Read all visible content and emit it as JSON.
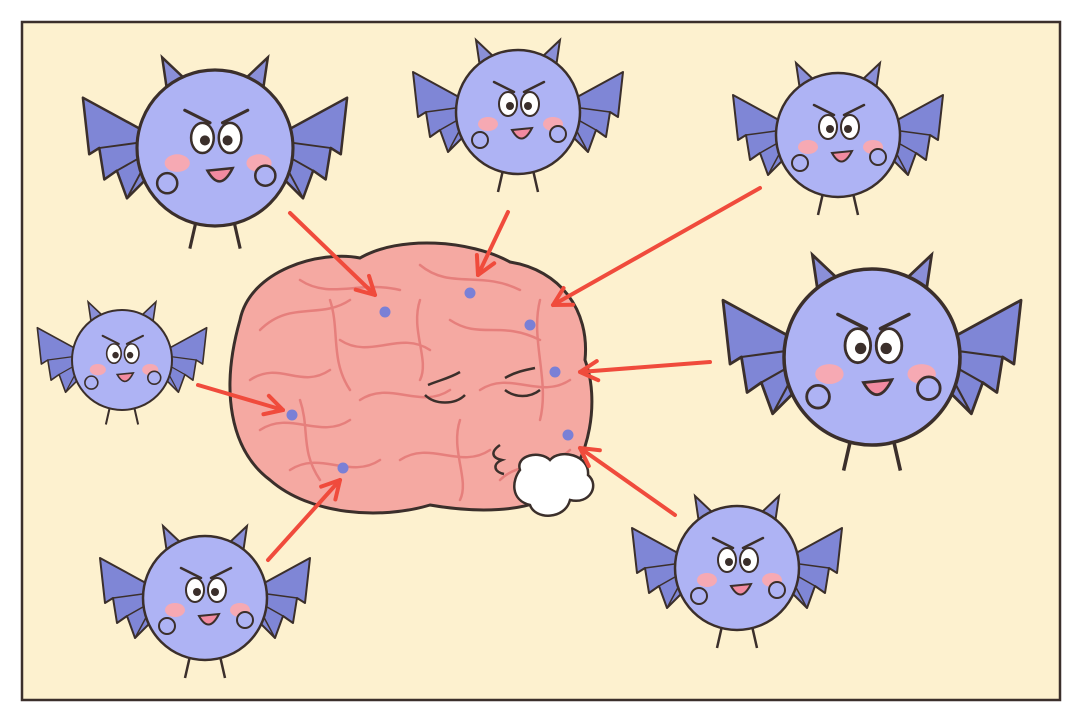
{
  "colors": {
    "page_background": "#ffffff",
    "panel_background": "#fdf1cf",
    "panel_border": "#3b2f2b",
    "bat_body": "#aeb3f4",
    "bat_wing": "#7f86d6",
    "bat_horn": "#8a8fd8",
    "outline": "#3b2f2b",
    "cheek": "#f6a9b3",
    "mouth": "#f28aa0",
    "brain": "#f5a9a2",
    "brain_folds": "#e67f7c",
    "arrow": "#f04b3c",
    "impact_dot": "#7a80d6",
    "puff": "#ffffff"
  },
  "illustration": {
    "subject": "brain-under-attack",
    "bat_count": 7,
    "arrow_count": 7
  }
}
